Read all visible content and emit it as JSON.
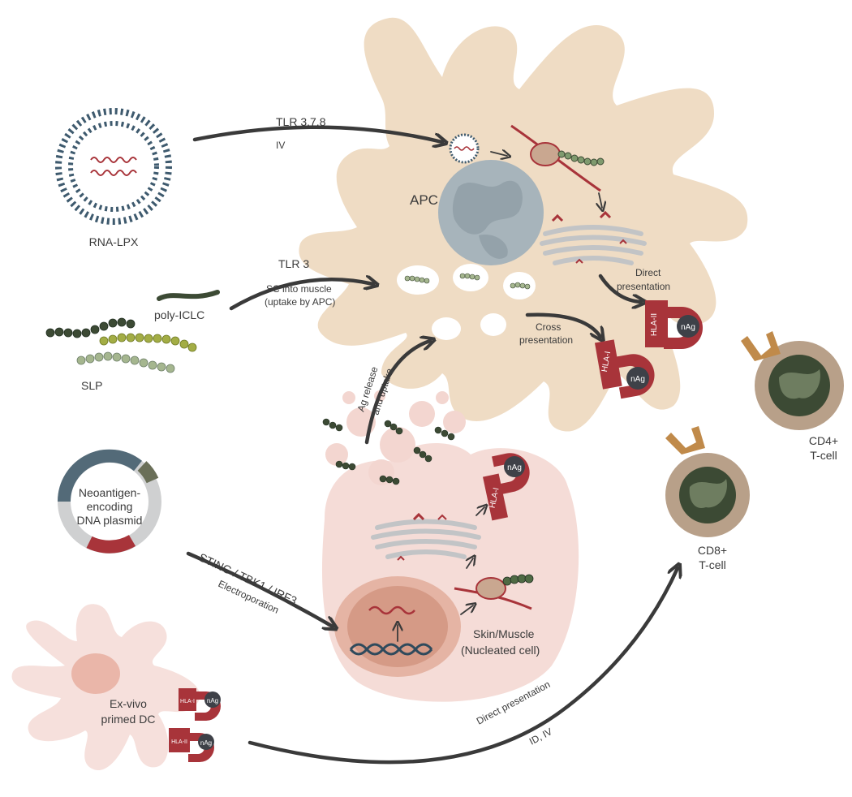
{
  "labels": {
    "rna_lpx": "RNA-LPX",
    "tlr378": "TLR 3,7,8",
    "iv": "IV",
    "apc": "APC",
    "tlr3": "TLR 3",
    "sc_into_muscle": "SC into muscle",
    "uptake_by_apc": "(uptake by APC)",
    "poly_iclc": "poly-ICLC",
    "slp": "SLP",
    "ag_release": "Ag release",
    "and_uptake": "and uptake",
    "direct_presentation_1": "Direct",
    "direct_presentation_2": "presentation",
    "cross_presentation_1": "Cross",
    "cross_presentation_2": "presentation",
    "hla_ii": "HLA-II",
    "hla_i": "HLA-I",
    "nag": "nAg",
    "cd4_1": "CD4+",
    "cd4_2": "T-cell",
    "cd8_1": "CD8+",
    "cd8_2": "T-cell",
    "plasmid_1": "Neoantigen-",
    "plasmid_2": "encoding",
    "plasmid_3": "DNA plasmid",
    "sting": "STING / TBK1 / IRF3",
    "electroporation": "Electroporation",
    "skin_muscle_1": "Skin/Muscle",
    "skin_muscle_2": "(Nucleated cell)",
    "exvivo_1": "Ex-vivo",
    "exvivo_2": "primed DC",
    "direct_presentation_long": "Direct presentation",
    "id_iv": "ID, IV"
  },
  "colors": {
    "apc_body": "#efdcc4",
    "nucleus": "#a7b4bb",
    "hla_red": "#a8343a",
    "nag_dark": "#3e4148",
    "lipid_blue": "#3e5a6e",
    "tcell_outer": "#b8a089",
    "tcell_inner": "#3c4a34",
    "nucleated_cell": "#f3d6d0",
    "dc_body": "#f6e0dc"
  }
}
